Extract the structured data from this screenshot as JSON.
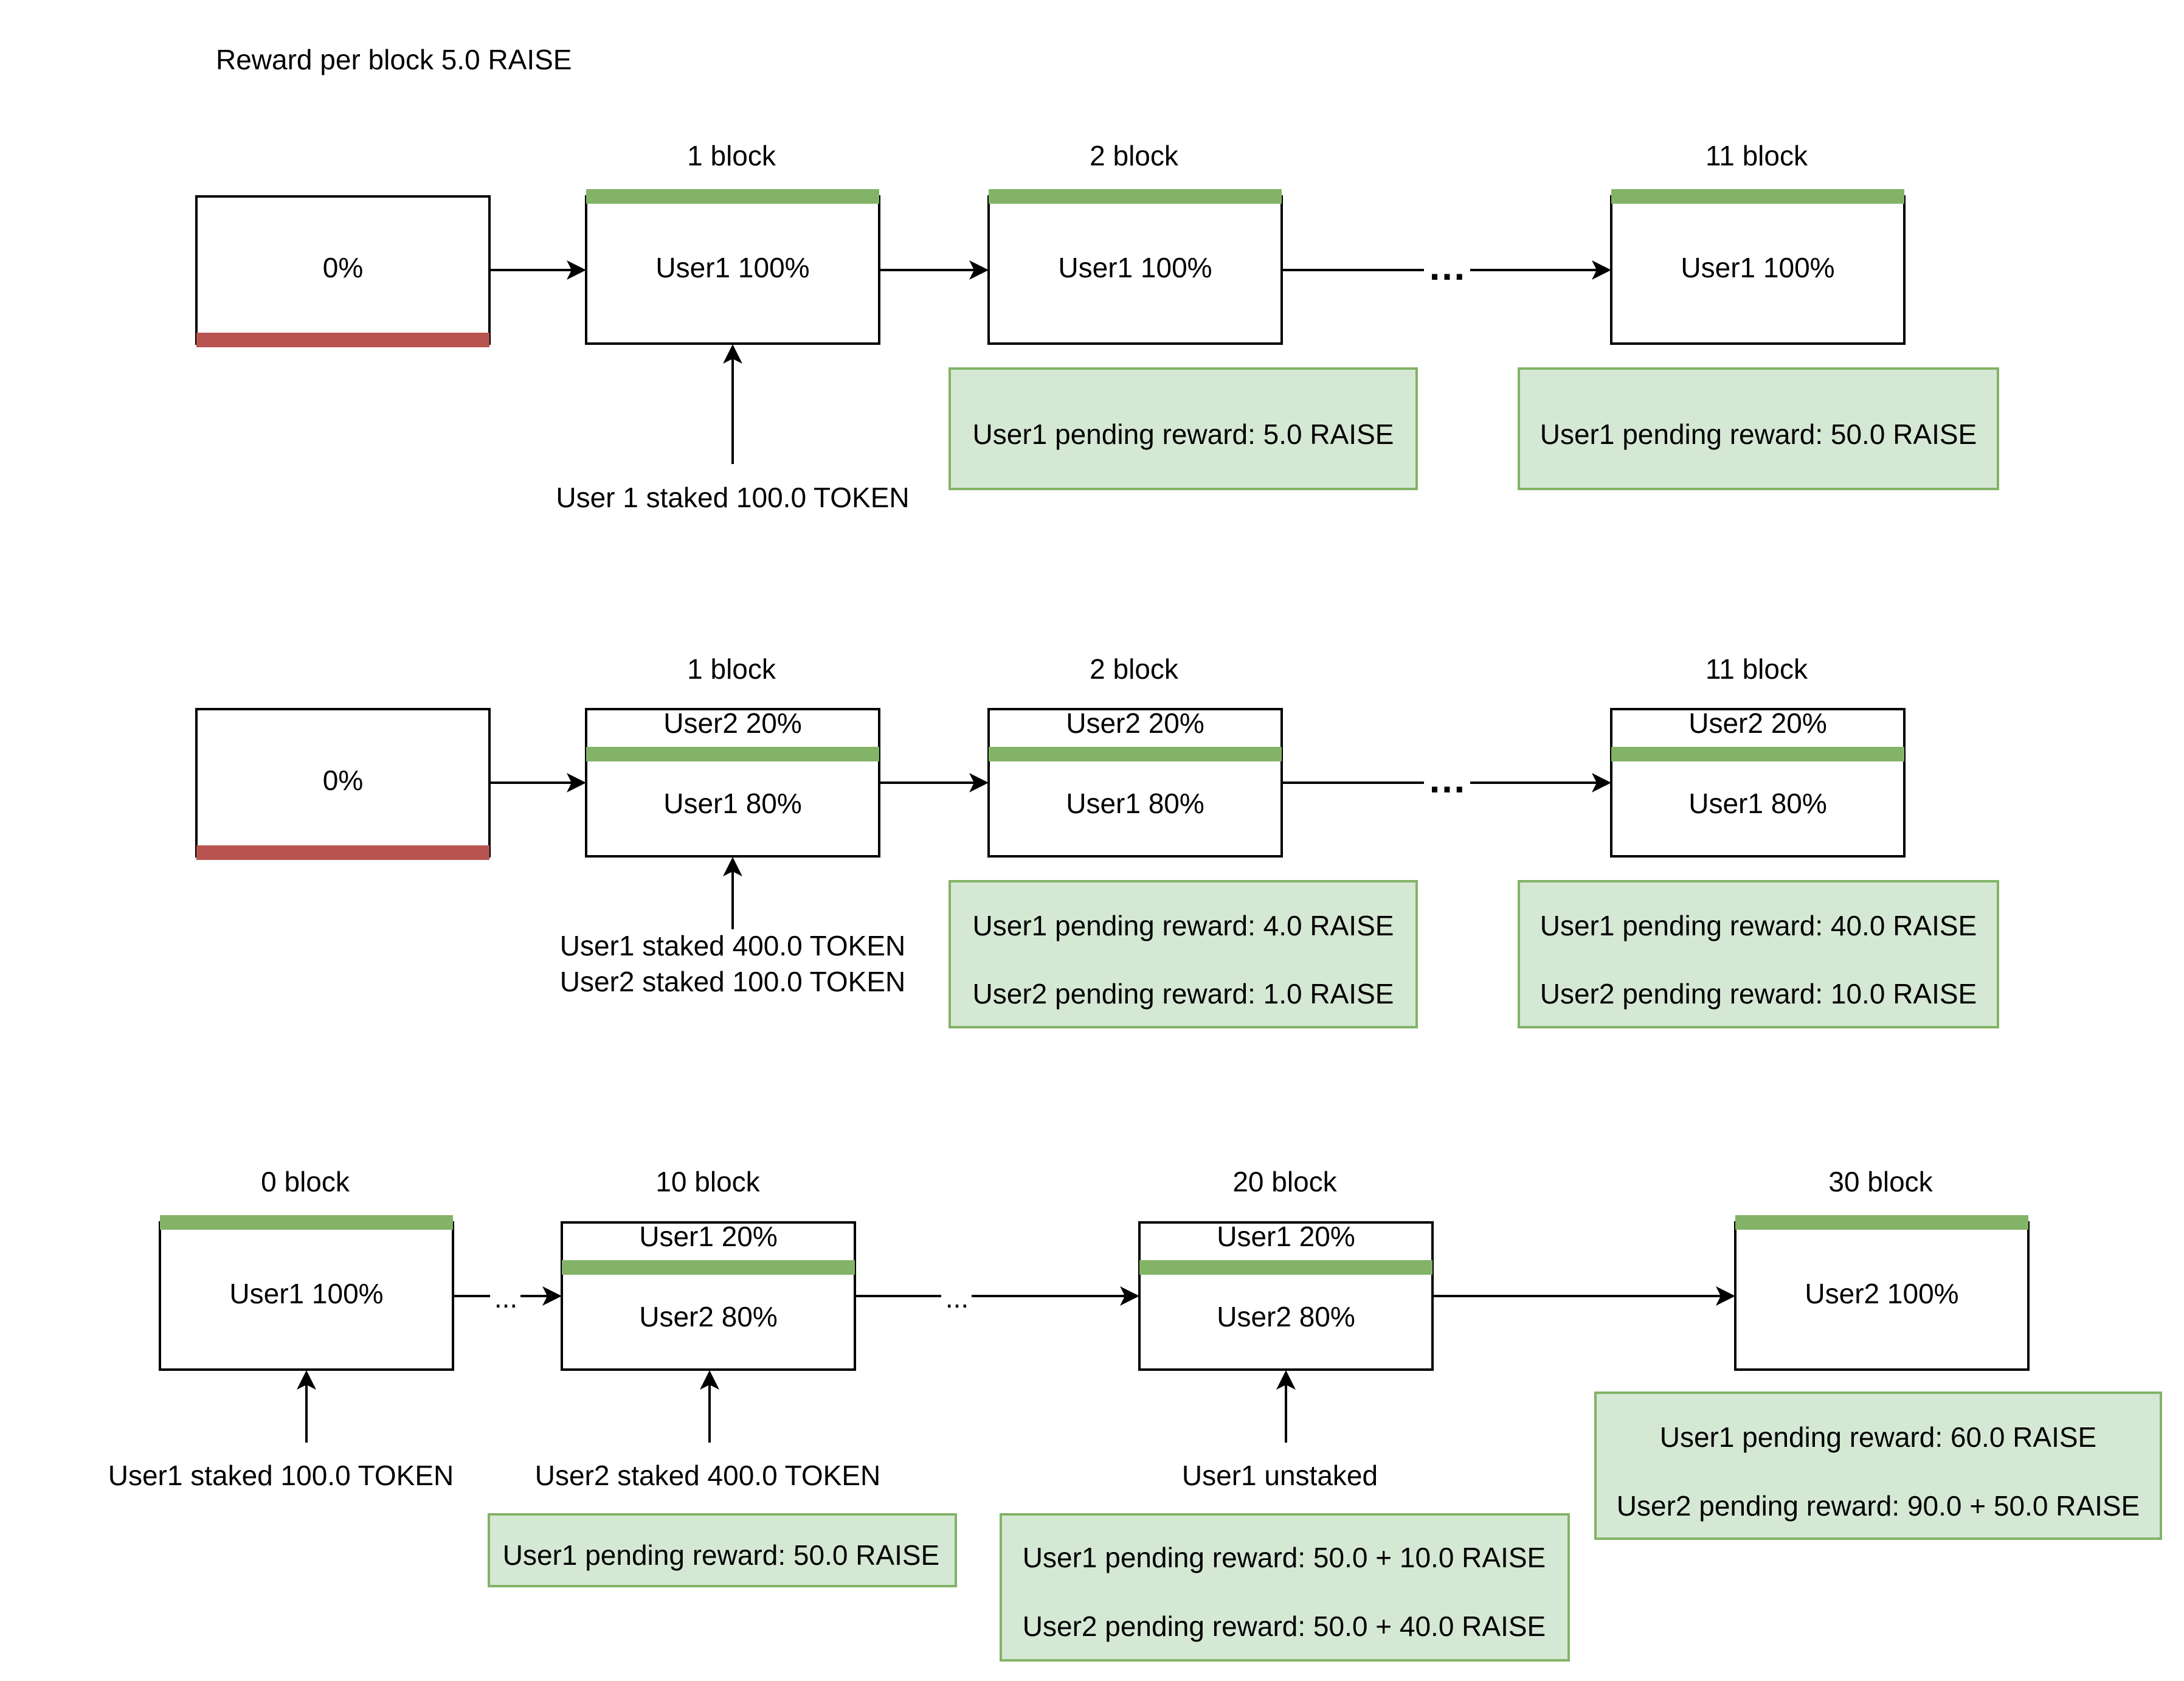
{
  "header": {
    "title": "Reward per block 5.0 RAISE"
  },
  "colors": {
    "green_bar": "#82b366",
    "red_bar": "#b85450",
    "note_fill": "#d5e8d4",
    "note_stroke": "#82b366",
    "stroke": "#000000"
  },
  "rows": [
    {
      "blocks": [
        {
          "header": "",
          "top": "",
          "main": "0%",
          "bar": "red"
        },
        {
          "header": "1 block",
          "top": "",
          "main": "User1 100%",
          "bar": "green"
        },
        {
          "header": "2 block",
          "top": "",
          "main": "User1 100%",
          "bar": "green"
        },
        {
          "header": "11 block",
          "top": "",
          "main": "User1 100%",
          "bar": "green"
        }
      ],
      "ellipsis": [
        "…"
      ],
      "annotations": [
        {
          "lines": [
            "User 1 staked 100.0 TOKEN"
          ]
        }
      ],
      "notes": [
        {
          "lines": [
            "User1 pending reward: 5.0 RAISE"
          ]
        },
        {
          "lines": [
            "User1 pending reward: 50.0 RAISE"
          ]
        }
      ]
    },
    {
      "blocks": [
        {
          "header": "",
          "top": "",
          "main": "0%",
          "bar": "red"
        },
        {
          "header": "1 block",
          "top": "User2 20%",
          "main": "User1 80%",
          "bar": "green"
        },
        {
          "header": "2 block",
          "top": "User2 20%",
          "main": "User1 80%",
          "bar": "green"
        },
        {
          "header": "11 block",
          "top": "User2 20%",
          "main": "User1 80%",
          "bar": "green"
        }
      ],
      "ellipsis": [
        "…"
      ],
      "annotations": [
        {
          "lines": [
            "User1 staked 400.0 TOKEN",
            "User2 staked 100.0 TOKEN"
          ]
        }
      ],
      "notes": [
        {
          "lines": [
            "User1 pending reward: 4.0 RAISE",
            "User2 pending reward: 1.0 RAISE"
          ]
        },
        {
          "lines": [
            "User1 pending reward: 40.0 RAISE",
            "User2 pending reward: 10.0 RAISE"
          ]
        }
      ]
    },
    {
      "blocks": [
        {
          "header": "0 block",
          "top": "",
          "main": "User1 100%",
          "bar": "green"
        },
        {
          "header": "10 block",
          "top": "User1 20%",
          "main": "User2 80%",
          "bar": "green"
        },
        {
          "header": "20 block",
          "top": "User1 20%",
          "main": "User2 80%",
          "bar": "green"
        },
        {
          "header": "30 block",
          "top": "",
          "main": "User2 100%",
          "bar": "green"
        }
      ],
      "ellipsis": [
        "...",
        "..."
      ],
      "annotations": [
        {
          "lines": [
            "User1 staked 100.0 TOKEN"
          ]
        },
        {
          "lines": [
            "User2 staked 400.0 TOKEN"
          ]
        },
        {
          "lines": [
            "User1 unstaked"
          ]
        }
      ],
      "notes": [
        {
          "lines": [
            "User1 pending reward: 50.0 RAISE"
          ]
        },
        {
          "lines": [
            "User1 pending reward: 50.0 + 10.0 RAISE",
            "User2 pending reward: 50.0 + 40.0 RAISE"
          ]
        },
        {
          "lines": [
            "User1 pending reward: 60.0 RAISE",
            "User2 pending reward: 90.0 + 50.0 RAISE"
          ]
        }
      ]
    }
  ]
}
